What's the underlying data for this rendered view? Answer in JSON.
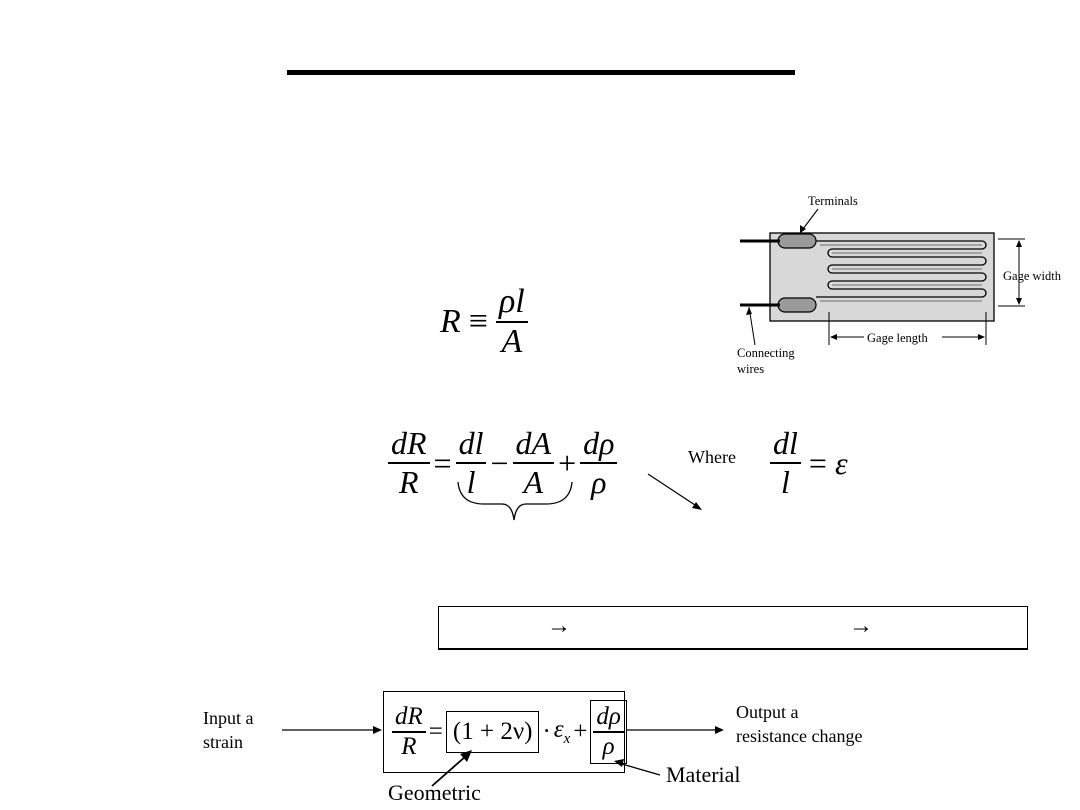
{
  "resistance_formula": {
    "lhs": "R",
    "op": "≡",
    "num": "ρl",
    "den": "A"
  },
  "differential": {
    "lhs_num": "dR",
    "lhs_den": "R",
    "eq": "=",
    "t1_num": "dl",
    "t1_den": "l",
    "minus": "−",
    "t2_num": "dA",
    "t2_den": "A",
    "plus": "+",
    "t3_num": "dρ",
    "t3_den": "ρ"
  },
  "where": {
    "label": "Where",
    "num": "dl",
    "den": "l",
    "eq": "=",
    "rhs": "ε"
  },
  "gage_diagram": {
    "terminals": "Terminals",
    "gage_width": "Gage width",
    "gage_length": "Gage length",
    "connecting": "Connecting",
    "wires": "wires"
  },
  "arrow_box": {
    "arrow1": "→",
    "arrow2": "→"
  },
  "bottom": {
    "input_line1": "Input a",
    "input_line2": "strain",
    "lhs_num": "dR",
    "lhs_den": "R",
    "eq": "=",
    "geo_term": "(1 + 2ν)",
    "dot": "·",
    "eps": "ε",
    "eps_sub": "x",
    "plus": "+",
    "mat_num": "dρ",
    "mat_den": "ρ",
    "output_line1": "Output a",
    "output_line2": "resistance change",
    "material_label": "Material",
    "geometric_label": "Geometric"
  }
}
